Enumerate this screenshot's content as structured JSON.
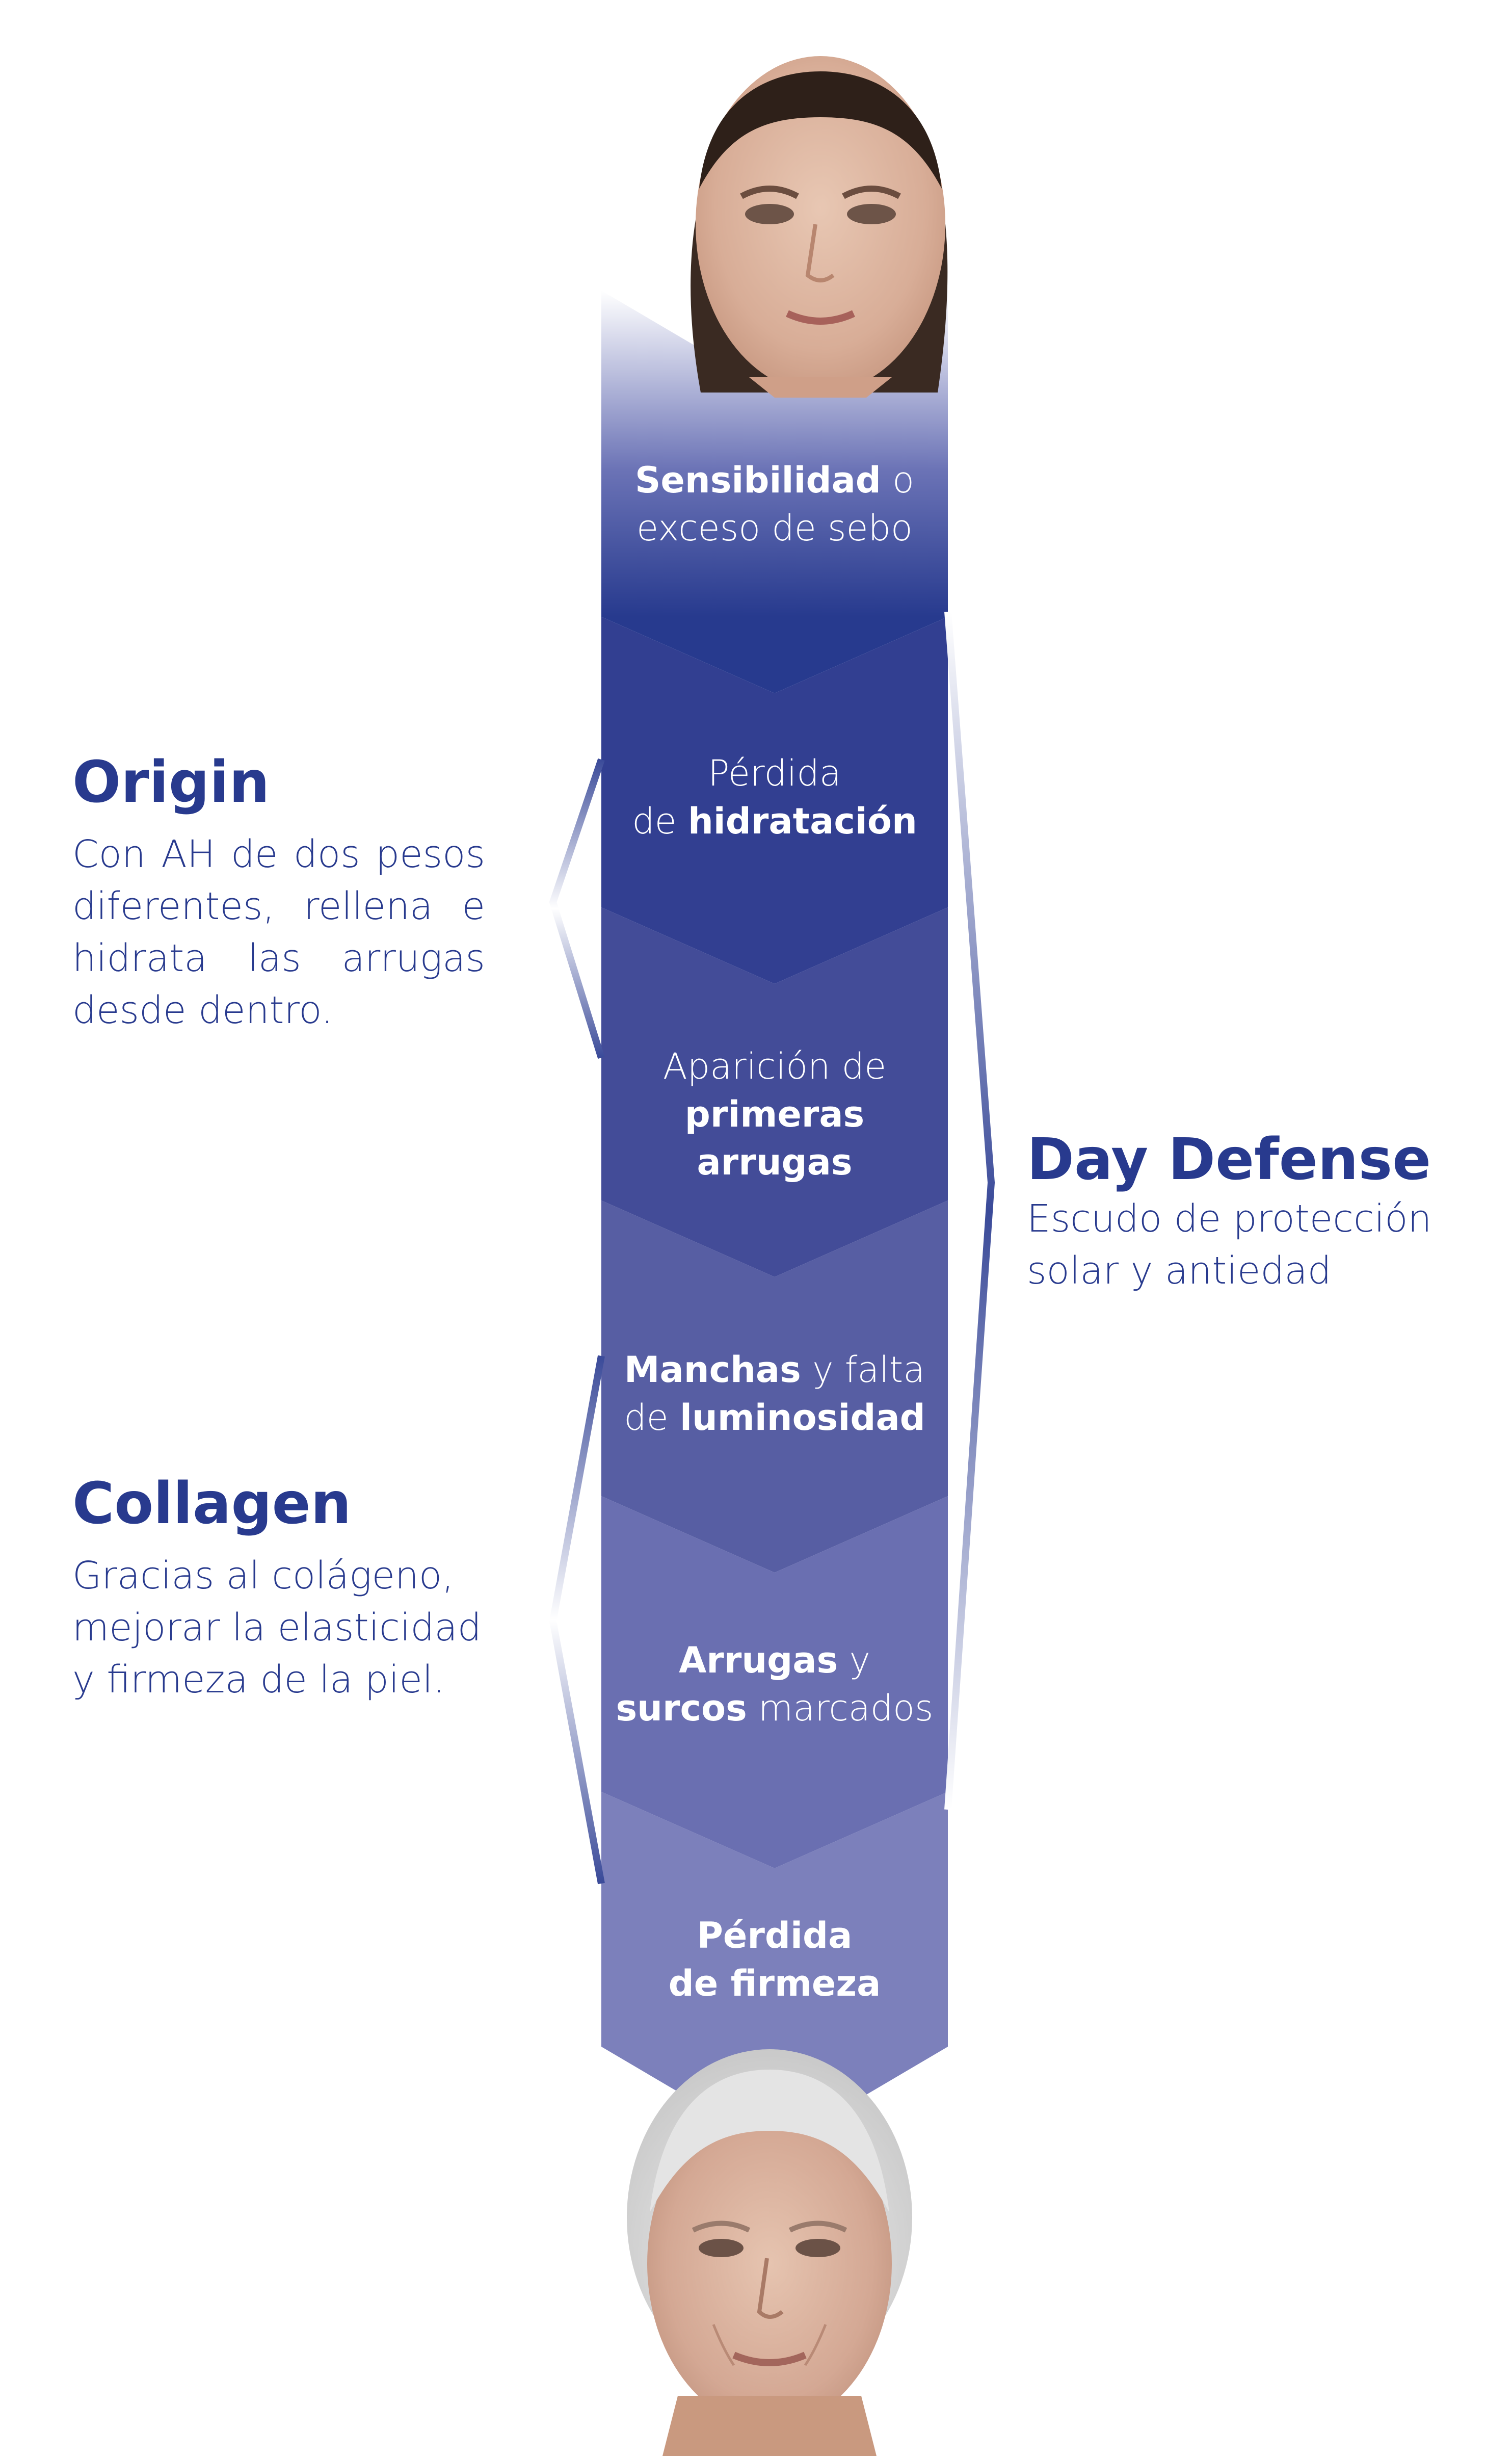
{
  "colors": {
    "brand": "#283a8e",
    "stages": [
      "#273a8e",
      "#323f91",
      "#434c98",
      "#575ea3",
      "#6a6fb1",
      "#7c80bb"
    ],
    "background": "#ffffff"
  },
  "photos": {
    "top": "young-woman-face-photo",
    "bottom": "senior-woman-face-photo"
  },
  "stages": [
    {
      "pre": "",
      "bold": "Sensibilidad",
      "post": " o",
      "line2_pre": "exceso de sebo",
      "line2_bold": "",
      "line2_post": ""
    },
    {
      "pre": "Pérdida",
      "bold": "",
      "post": "",
      "line2_pre": "de ",
      "line2_bold": "hidratación",
      "line2_post": ""
    },
    {
      "pre": "Aparición de",
      "bold": "",
      "post": "",
      "line2_pre": "",
      "line2_bold": "primeras arrugas",
      "line2_post": ""
    },
    {
      "pre": "",
      "bold": "Manchas",
      "post": " y falta",
      "line2_pre": "de ",
      "line2_bold": "luminosidad",
      "line2_post": ""
    },
    {
      "pre": "",
      "bold": "Arrugas",
      "post": " y",
      "line2_pre": "",
      "line2_bold": "surcos",
      "line2_post": " marcados"
    },
    {
      "pre": "",
      "bold": "Pérdida",
      "post": "",
      "line2_pre": "",
      "line2_bold": "de firmeza",
      "line2_post": ""
    }
  ],
  "products": {
    "origin": {
      "title": "Origin",
      "lines": [
        "Con AH de dos pesos",
        "diferentes, rellena e",
        "hidrata las arrugas",
        "desde dentro."
      ]
    },
    "collagen": {
      "title": "Collagen",
      "lines": [
        "Gracias al colágeno,",
        "mejorar la elasticidad",
        "y firmeza de la piel."
      ]
    },
    "day_defense": {
      "title": "Day Defense",
      "lines": [
        "Escudo de protección",
        "solar y antiedad"
      ]
    }
  }
}
